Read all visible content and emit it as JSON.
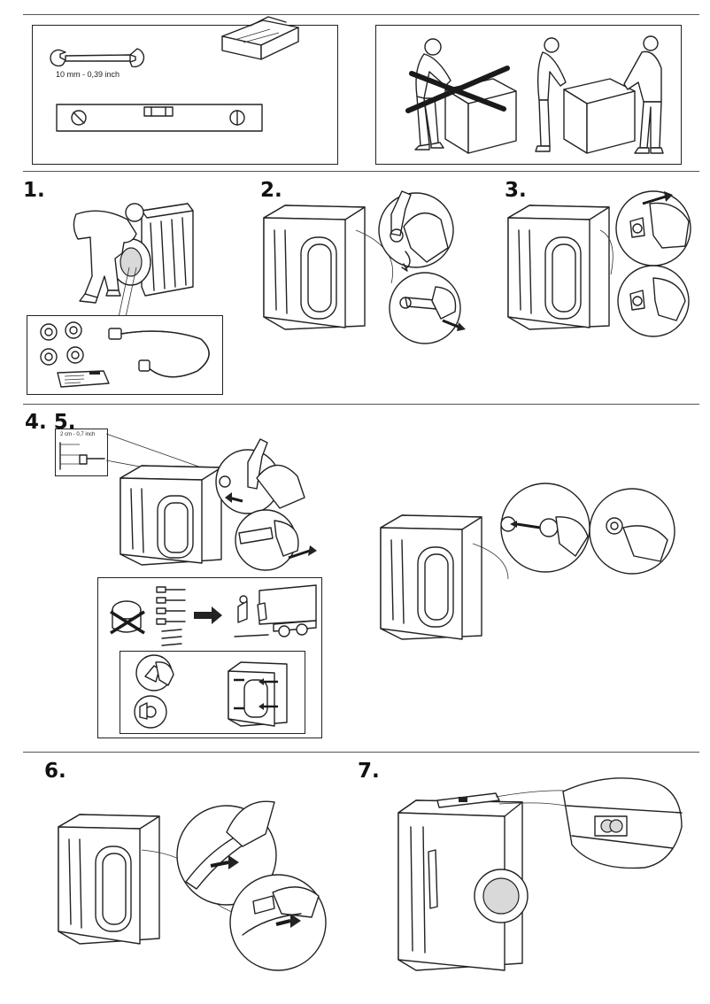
{
  "tools": {
    "wrench_size": "10 mm - 0,39 inch"
  },
  "steps": {
    "s1": "1.",
    "s2": "2.",
    "s3": "3.",
    "s45": "4. 5.",
    "s6": "6.",
    "s7": "7."
  },
  "step45": {
    "depth_label": "2 cm - 0,7 inch"
  },
  "icons": [
    "wrench-icon",
    "toolbox-icon",
    "spirit-level-icon",
    "cross-out-icon",
    "arrow-icon",
    "washing-machine-icon",
    "truck-icon",
    "hand-icon",
    "hose-icon",
    "transit-bolt-icon"
  ],
  "colors": {
    "line": "#222222",
    "rule": "#555555",
    "background": "#ffffff"
  }
}
